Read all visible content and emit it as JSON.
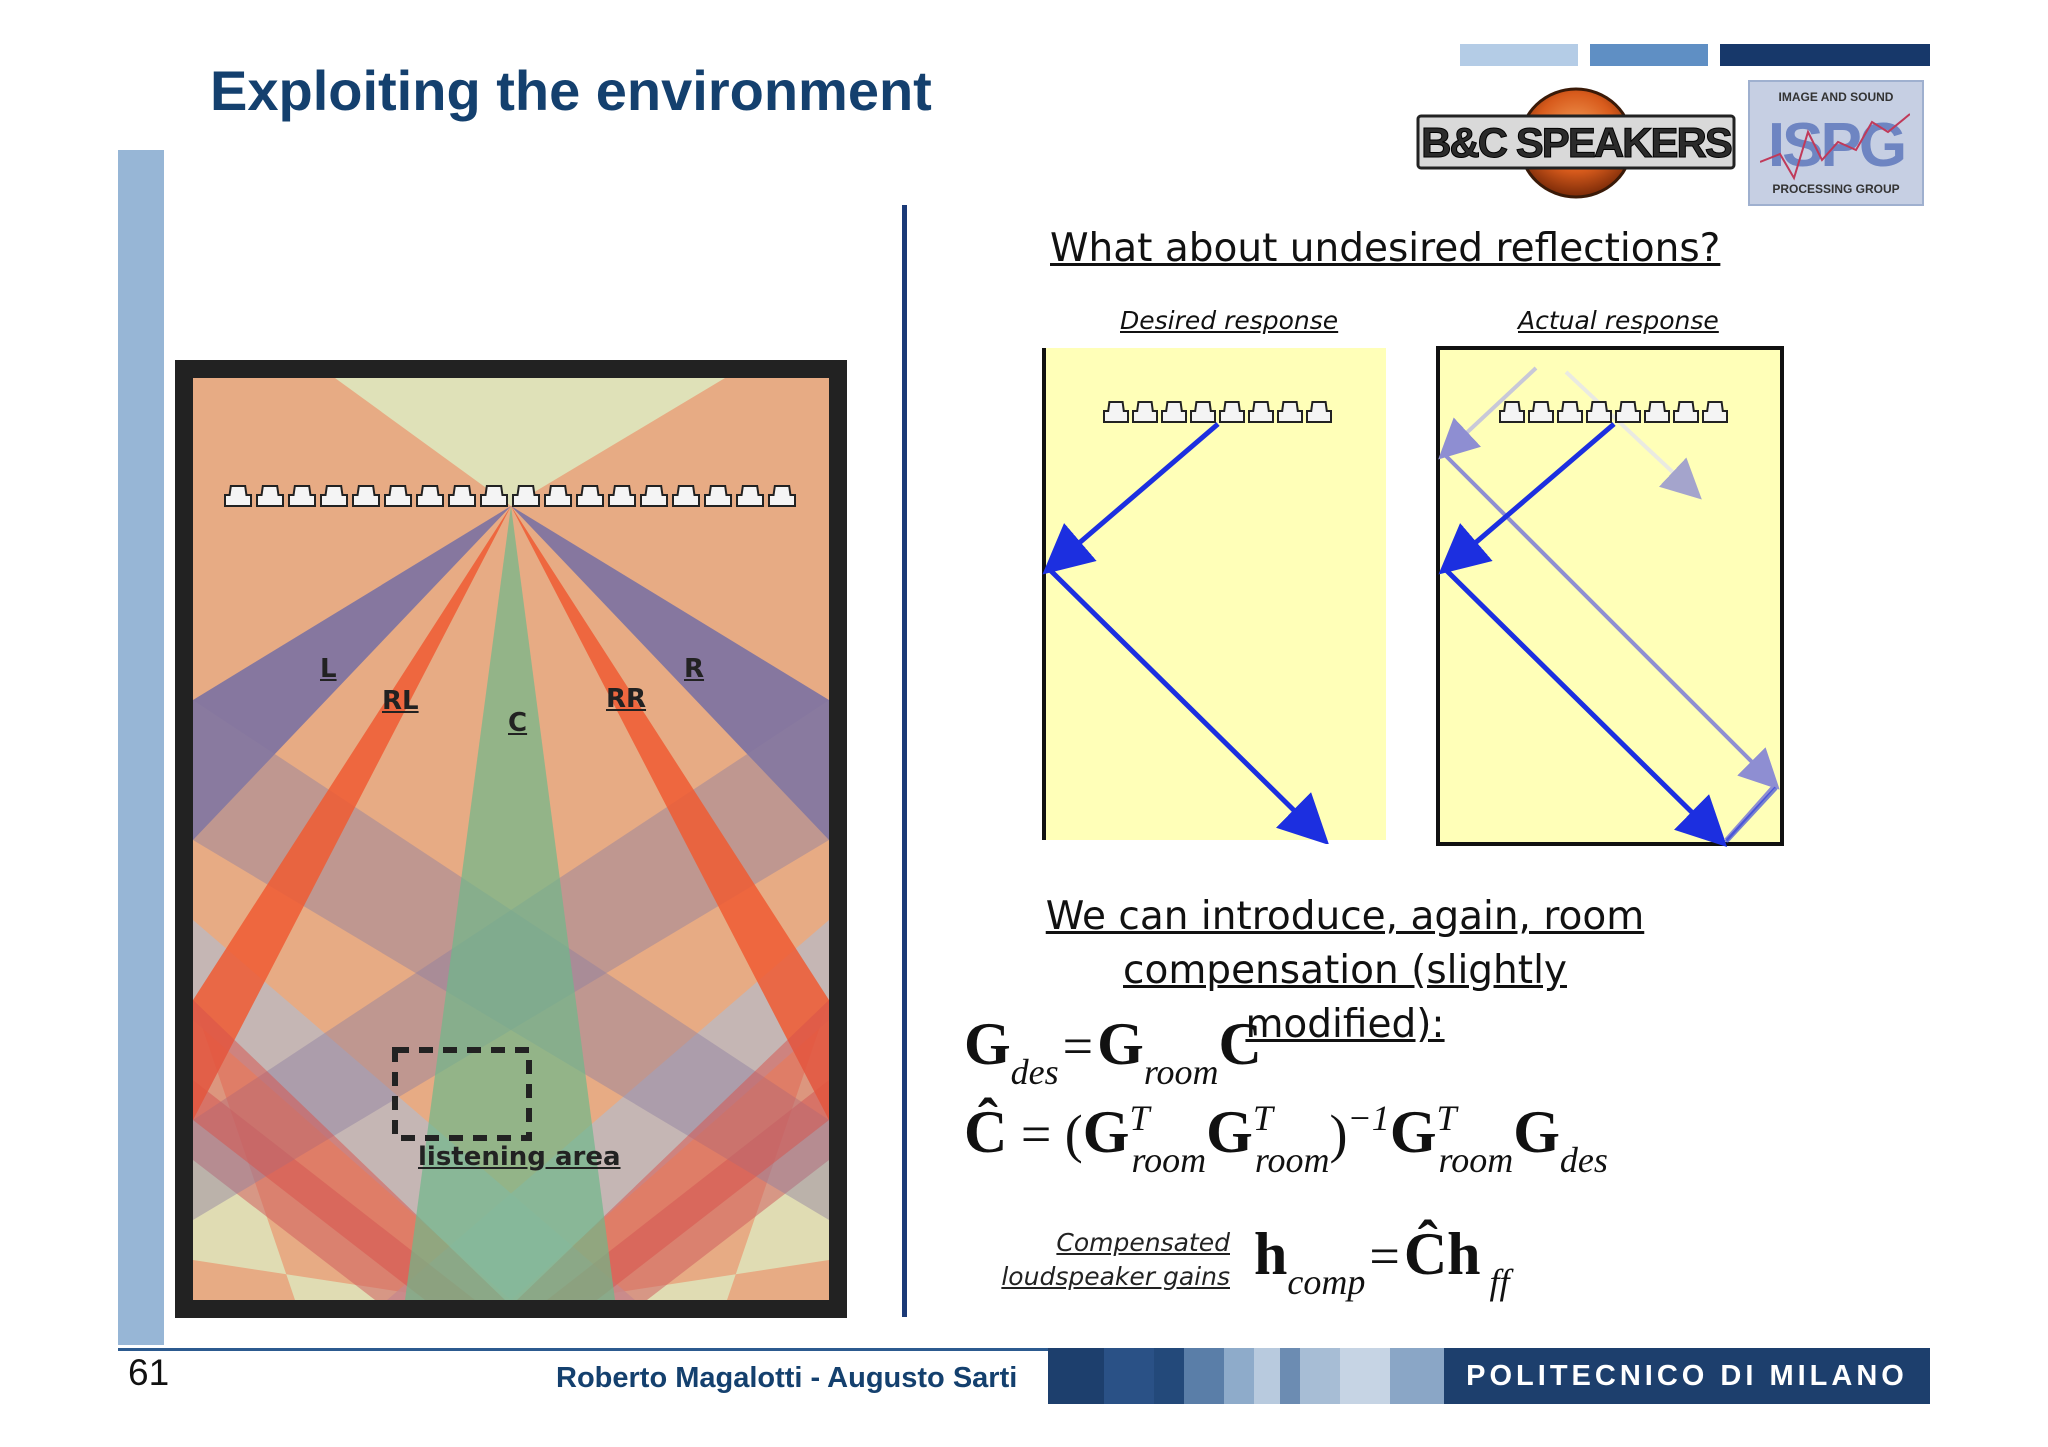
{
  "slide": {
    "title": "Exploiting the environment",
    "page_number": "61",
    "authors": "Roberto Magalotti - Augusto Sarti",
    "institution": "POLITECNICO DI MILANO"
  },
  "logos": {
    "bc": "B&C SPEAKERS",
    "ispg_top": "IMAGE AND SOUND",
    "ispg_main": "ISPG",
    "ispg_bottom": "PROCESSING GROUP"
  },
  "room_diagram": {
    "beam_labels": [
      "L",
      "RL",
      "C",
      "RR",
      "R"
    ],
    "area_label": "listening area"
  },
  "reflections": {
    "question": "What about undesired reflections?",
    "desired_label": "Desired response",
    "actual_label": "Actual response"
  },
  "compensation": {
    "text_line1": "We can introduce, again, room",
    "text_line2": "compensation (slightly modified):"
  },
  "equations": {
    "gains_label_line1": "Compensated",
    "gains_label_line2": "loudspeaker gains"
  },
  "colors": {
    "title": "#14406e",
    "accent_bar": "#97b6d6",
    "divider": "#1b3a77",
    "response_bg": "#ffffb8",
    "beam_arrow": "#1c2fe0"
  }
}
